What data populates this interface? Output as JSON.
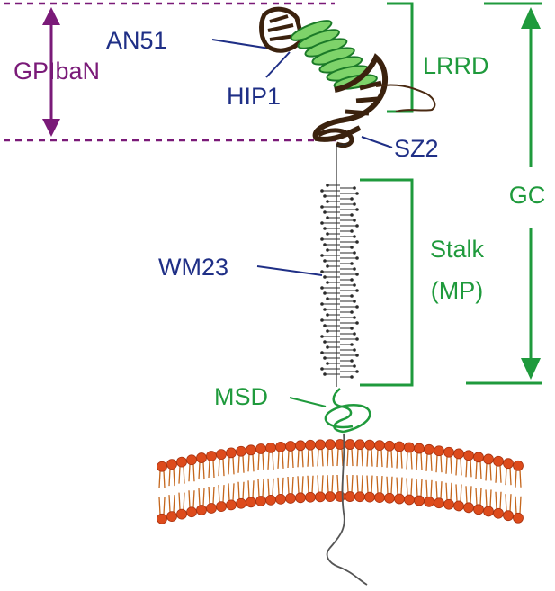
{
  "labels": {
    "gpibaN": "GPIbaN",
    "an51": "AN51",
    "hip1": "HIP1",
    "lrrd": "LRRD",
    "sz2": "SZ2",
    "gc": "GC",
    "wm23": "WM23",
    "stalk": "Stalk",
    "mp": "(MP)",
    "msd": "MSD"
  },
  "colors": {
    "navy": "#1f2f86",
    "green": "#1f9a3c",
    "purple": "#7a1a78",
    "brown": "#4a2a12",
    "stalk": "#2a2a2a",
    "lipid_head": "#dd4b1c",
    "lipid_tail": "#c4661c",
    "lrr_fill": "#7ed36a"
  }
}
